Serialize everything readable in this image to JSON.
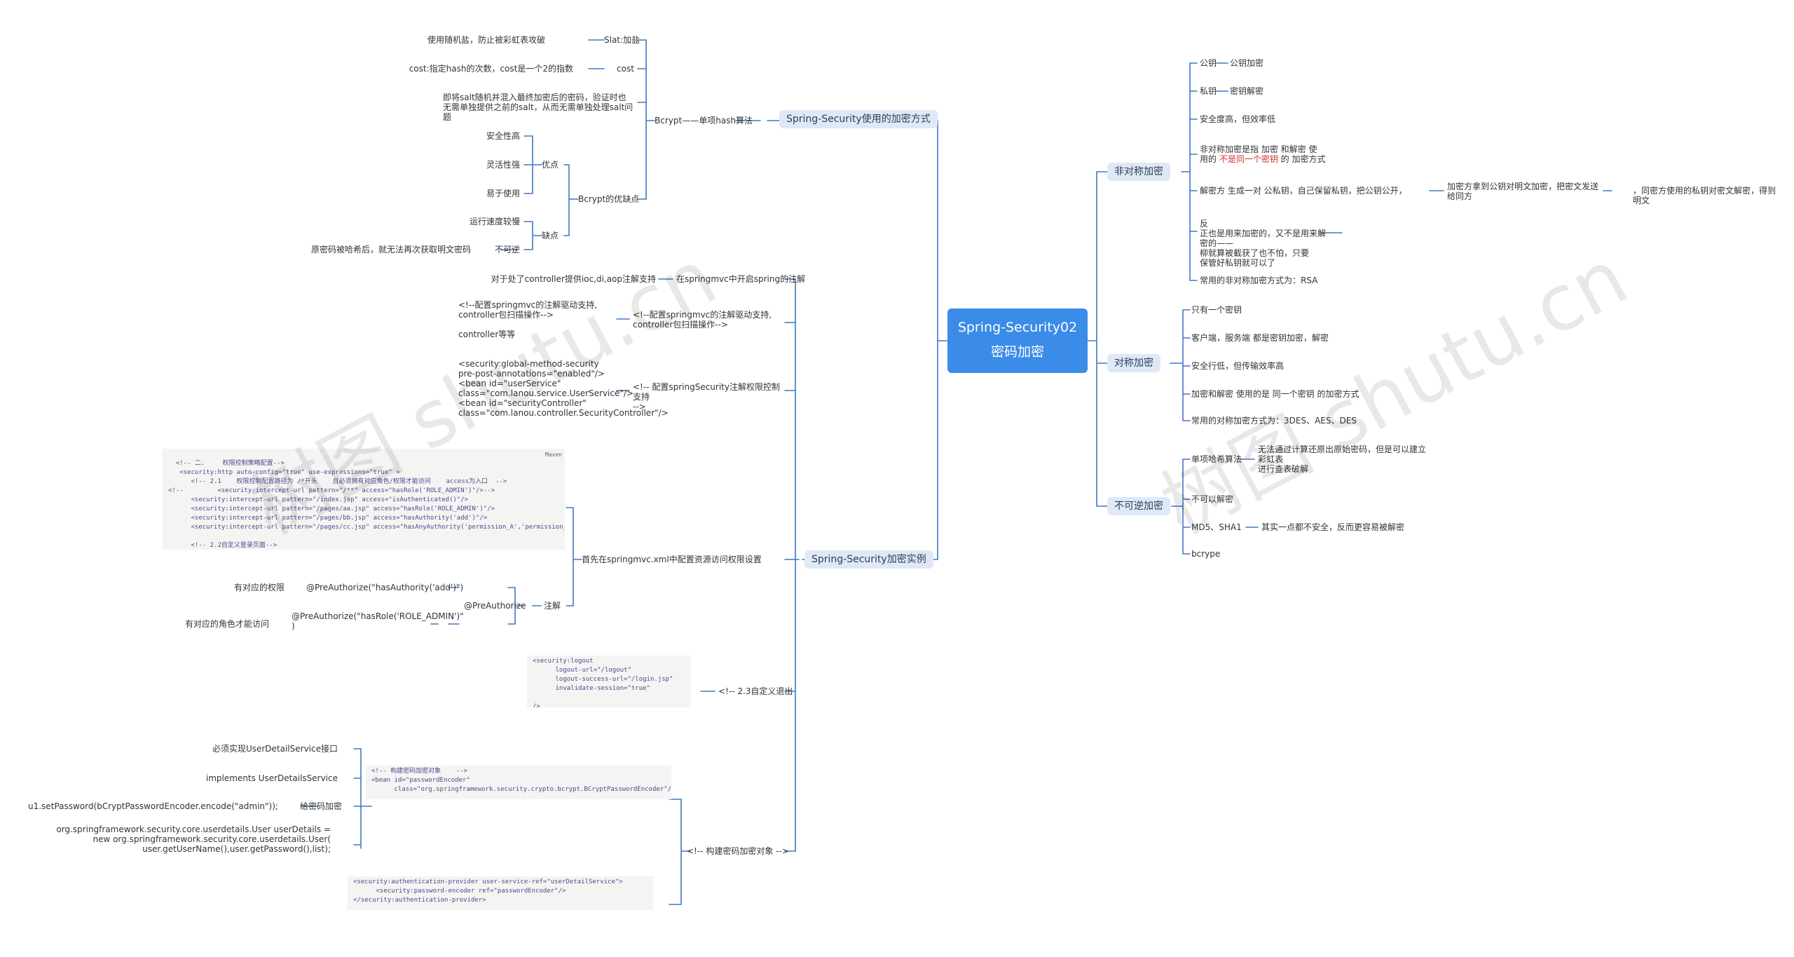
{
  "root": {
    "line1": "Spring-Security02",
    "line2": "密码加密"
  },
  "branches": {
    "b_method": "Spring-Security使用的加密方式",
    "b_example": "Spring-Security加密实例",
    "b_asym": "非对称加密",
    "b_sym": "对称加密",
    "b_irrev": "不可逆加密"
  },
  "method": {
    "bcrypt_hash": "Bcrypt——单项hash算法",
    "salt_label": "Slat:加盐",
    "salt_desc": "使用随机盐，防止被彩虹表攻破",
    "cost_label": "cost",
    "cost_desc": "cost:指定hash的次数，cost是一个2的指数",
    "salt_embed": "即将salt随机并混入最终加密后的密码，验证时也无需单独提供之前的salt，从而无需单独处理salt问题",
    "adv_root": "Bcrypt的优缺点",
    "pros": "优点",
    "pros_items": [
      "安全性高",
      "灵活性强",
      "易于使用"
    ],
    "cons": "缺点",
    "cons_slow": "运行速度较慢",
    "cons_irrev": "不可逆",
    "cons_irrev_desc": "原密码被哈希后，就无法再次获取明文密码"
  },
  "example": {
    "ioc_label": "在springmvc中开启spring的注解",
    "ioc_desc": "对于处了controller提供ioc,di,aop注解支持",
    "mvc_label": "<!--配置springmvc的注解驱动支持,\ncontroller包扫描操作-->",
    "mvc_code": "<!--配置springmvc的注解驱动支持,\ncontroller包扫描操作-->\n\ncontroller等等",
    "sec_label": "<!-- 配置springSecurity注解权限控制支持\n-->",
    "sec_code": "<security:global-method-security pre-post-annotations=\"enabled\"/>\n   <bean id=\"userService\" class=\"com.lanou.service.UserService\"/>\n   <bean id=\"securityController\" class=\"com.lanou.controller.SecurityController\"/>",
    "resource_label": "首先在springmvc.xml中配置资源访问权限设置",
    "annot_label": "注解",
    "preauth_label": "@PreAuthorize",
    "preauth_add": "@PreAuthorize(\"hasAuthority('add')\")",
    "preauth_add_desc": "有对应的权限",
    "preauth_role": "@PreAuthorize(\"hasRole('ROLE_ADMIN')\"\n)",
    "preauth_role_desc": "有对应的角色才能访问",
    "logout_label": "<!-- 2.3自定义退出",
    "encoder_label": "<!-- 构建密码加密对象    -->",
    "must_impl": "必须实现UserDetailService接口",
    "implements": "implements UserDetailsService",
    "give_pwd": "给密码加密",
    "set_pwd": "u1.setPassword(bCryptPasswordEncoder.encode(\"admin\"));",
    "new_user": "org.springframework.security.core.userdetails.User userDetails =\nnew org.springframework.security.core.userdetails.User(\nuser.getUserName(),user.getPassword(),list);"
  },
  "code_blocks": {
    "resource": "<!-- 二、    权限控制策略配置-->\n   <security:http auto-config=\"true\" use-expressions=\"true\" >\n      <!-- 2.1    权限控制配置路径为 /*开头    且必须拥有对应角色/权限才能访问    access为入口  -->\n<!--         <security:intercept-url pattern=\"/**\" access=\"hasRole('ROLE_ADMIN')\"/>-->\n      <security:intercept-url pattern=\"/index.jsp\" access=\"isAuthenticated()\"/>\n      <security:intercept-url pattern=\"/pages/aa.jsp\" access=\"hasRole('ROLE_ADMIN')\"/>\n      <security:intercept-url pattern=\"/pages/bb.jsp\" access=\"hasAuthority('add')\"/>\n      <security:intercept-url pattern=\"/pages/cc.jsp\" access=\"hasAnyAuthority('permission_A','permission_B\n\n      <!-- 2.2自定义登录页面-->\n         <security:form-login",
    "resource_tag": "Maven",
    "logout": "<security:logout\n      logout-url=\"/logout\"\n      logout-success-url=\"/login.jsp\"\n      invalidate-session=\"true\"\n\n/>",
    "encoder": "<!-- 构建密码加密对象    -->\n<bean id=\"passwordEncoder\"\n      class=\"org.springframework.security.crypto.bcrypt.BCryptPasswordEncoder\"/>",
    "provider": "<security:authentication-provider user-service-ref=\"userDetailService\">\n      <security:password-encoder ref=\"passwordEncoder\"/>\n</security:authentication-provider>"
  },
  "asym": {
    "pub": "公钥",
    "pub_desc": "公钥加密",
    "priv": "私钥",
    "priv_desc": "密钥解密",
    "safe": "安全度高，但效率低",
    "def_a": "非对称加密是指  加密 和解密 使",
    "def_b": "用的 ",
    "def_red": "不是同一个密钥",
    "def_c": " 的 加密方式",
    "decrypt": "解密方  生成一对 公私钥，自己保留私钥，把公钥公开，",
    "decrypt2": "加密方拿到公钥对明文加密，把密文发送给同方",
    "decrypt3": "，同密方使用的私钥对密文解密，得到明文",
    "reverse": "反\n正也是用来加密的，又不是用来解密的——\n柳就算被截获了也不怕，只要\n保管好私钥就可以了",
    "rsa": "常用的非对称加密方式为：RSA"
  },
  "sym": {
    "one_key": "只有一个密钥",
    "both": "客户端，服务端    都是密钥加密，解密",
    "low_safe": "安全行低，但传输效率高",
    "same_key": "加密和解密  使用的是   同一个密钥    的加密方式",
    "common": "常用的对称加密方式为：3DES、AES、DES"
  },
  "irrev": {
    "hash": "单项哈希算法",
    "hash_desc": "无法通过计算还原出原始密码，但是可以建立彩虹表\n进行查表破解",
    "no_decrypt": "不可以解密",
    "md5": "MD5、SHA1",
    "md5_desc": "其实一点都不安全，反而更容易被解密",
    "bcrypt": "bcrype"
  },
  "watermark": "树图 shutu.cn"
}
